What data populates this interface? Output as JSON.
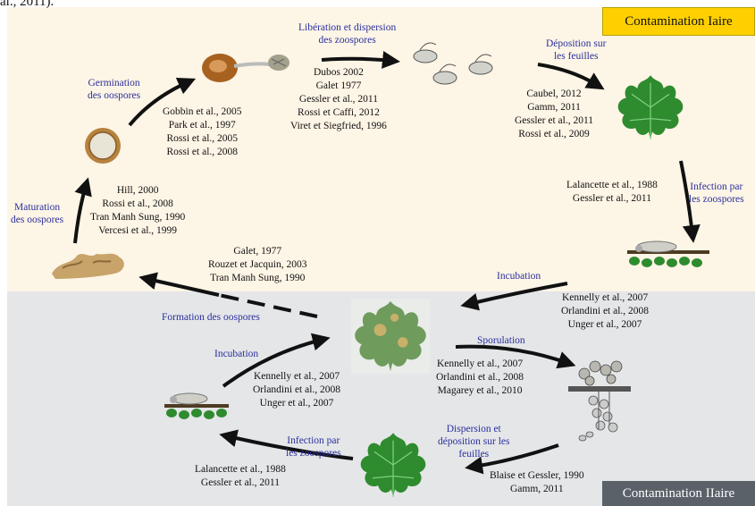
{
  "headers": {
    "primary": "Contamination Iaire",
    "secondary": "Contamination IIaire",
    "top_fragment": "al., 2011)."
  },
  "labels": {
    "germination": [
      "Germination",
      "des oospores"
    ],
    "liberation": [
      "Libération et dispersion",
      "des zoospores"
    ],
    "deposition": [
      "Déposition sur",
      "les feuilles"
    ],
    "infection_top": [
      "Infection par",
      "les zoospores"
    ],
    "maturation": [
      "Maturation",
      "des oospores"
    ],
    "incubation_right": [
      "Incubation"
    ],
    "formation": [
      "Formation des oospores"
    ],
    "incubation_left": [
      "Incubation"
    ],
    "sporulation": [
      "Sporulation"
    ],
    "dispersion": [
      "Dispersion et",
      "déposition sur les",
      "feuilles"
    ],
    "infection_bottom": [
      "Infection par",
      "les zoospores"
    ]
  },
  "refs": {
    "germination": [
      "Gobbin et al., 2005",
      "Park et al., 1997",
      "Rossi et al., 2005",
      "Rossi et al., 2008"
    ],
    "liberation": [
      "Dubos 2002",
      "Galet 1977",
      "Gessler et al., 2011",
      "Rossi et Caffi, 2012",
      "Viret et Siegfried, 1996"
    ],
    "deposition": [
      "Caubel, 2012",
      "Gamm, 2011",
      "Gessler et al., 2011",
      "Rossi et al., 2009"
    ],
    "infection_top": [
      "Lalancette et al., 1988",
      "Gessler et al., 2011"
    ],
    "maturation": [
      "Hill, 2000",
      "Rossi et al., 2008",
      "Tran Manh Sung, 1990",
      "Vercesi et al., 1999"
    ],
    "formation": [
      "Galet, 1977",
      "Rouzet et Jacquin, 2003",
      "Tran Manh Sung, 1990"
    ],
    "incubation_right": [
      "Kennelly et al., 2007",
      "Orlandini et al., 2008",
      "Unger et al., 2007"
    ],
    "incubation_left": [
      "Kennelly et al., 2007",
      "Orlandini et al., 2008",
      "Unger et al., 2007"
    ],
    "sporulation": [
      "Kennelly et al., 2007",
      "Orlandini et al., 2008",
      "Magarey et al., 2010"
    ],
    "dispersion": [
      "Blaise et Gessler, 1990",
      "Gamm, 2011"
    ],
    "infection_bottom": [
      "Lalancette et al., 1988",
      "Gessler et al., 2011"
    ]
  },
  "colors": {
    "primary_bg": "#fdf5e6",
    "secondary_bg": "#e4e6e8",
    "primary_badge": "#ffd000",
    "secondary_badge": "#5a6169",
    "label_text": "#2b2f9c"
  },
  "icons": [
    "oospore-icon",
    "germinating-oospore-icon",
    "zoospore-icon",
    "vine-leaf-icon",
    "leaf-section-icon",
    "infected-leaf-icon",
    "sporangiophore-icon"
  ]
}
